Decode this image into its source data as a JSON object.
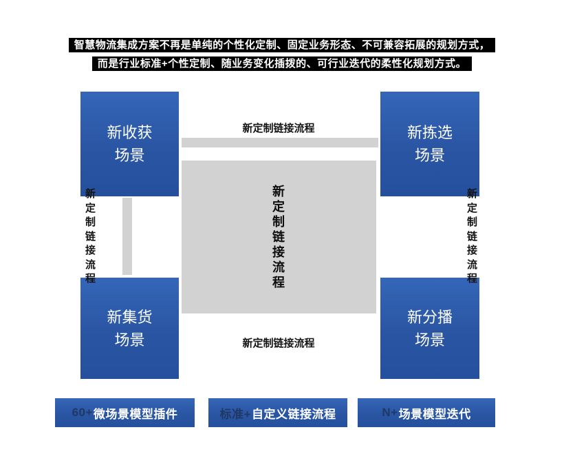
{
  "banner": {
    "line1": "智慧物流集成方案不再是单纯的个性化定制、固定业务形态、不可兼容拓展的规划方式，",
    "line2": "而是行业标准+个性定制、随业务变化插拨的、可行业迭代的柔性化规划方式。"
  },
  "scenes": {
    "top_left": {
      "line1": "新收获",
      "line2": "场景"
    },
    "top_right": {
      "line1": "新拣选",
      "line2": "场景"
    },
    "bottom_left": {
      "line1": "新集货",
      "line2": "场景"
    },
    "bottom_right": {
      "line1": "新分播",
      "line2": "场景"
    }
  },
  "connectors": {
    "top_label": "新定制链接流程",
    "bottom_label": "新定制链接流程",
    "left_label": "新定制链接流程",
    "right_label": "新定制链接流程",
    "center_label": "新定制链接流程"
  },
  "footer_buttons": [
    {
      "prefix": "60+",
      "label": "微场景模型插件"
    },
    {
      "prefix": "标准+",
      "label": "自定义链接流程"
    },
    {
      "prefix": "N+",
      "label": "场景模型迭代"
    }
  ],
  "colors": {
    "box_blue": "#2a55a3",
    "connector_gray": "#d2d2d2",
    "banner_bg": "#000000",
    "banner_text": "#ffffff",
    "prefix_accent": "#1f3864"
  }
}
